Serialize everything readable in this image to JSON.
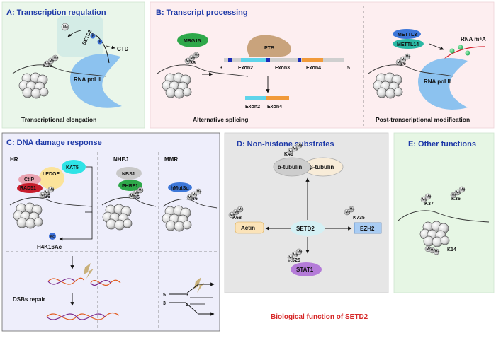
{
  "panels": {
    "a": {
      "title": "A: Transcription regulation",
      "caption": "Transcriptional elongation",
      "setd2": "SETD2",
      "ctd": "CTD",
      "pol": "RNA pol II",
      "k36": "K36",
      "me": "Me",
      "p": "P"
    },
    "b": {
      "title": "B: Transcript processing",
      "caption": "Alternative splicing",
      "mrg15": "MRG15",
      "ptb": "PTB",
      "exon2": "Exon2",
      "exon3": "Exon3",
      "exon4": "Exon4",
      "three": "3",
      "five": "5",
      "k36": "K36"
    },
    "b2": {
      "caption": "Post-transcriptional modification",
      "mettl3": "METTL3",
      "mettl14": "METTL14",
      "rna_label": "RNA m⁶A",
      "pol": "RNA pol II",
      "k36": "K36"
    },
    "c": {
      "title": "C: DNA damage response",
      "hr": "HR",
      "nhej": "NHEJ",
      "mmr": "MMR",
      "kat5": "KAT5",
      "ledgf": "LEDGF",
      "ctip": "CtIP",
      "rad51": "RAD51",
      "ac": "Ac",
      "h4": "H4K16Ac",
      "nbs1": "NBS1",
      "phrf1": "PHRF1",
      "hmutsa": "hMutSα",
      "dsb": "DSBs repair",
      "k36": "K36",
      "three": "3",
      "five": "5"
    },
    "d": {
      "title": "D: Non-histone substrates",
      "setd2": "SETD2",
      "atub": "α-tubulin",
      "btub": "β-tubulin",
      "actin": "Actin",
      "ezh2": "EZH2",
      "stat1": "STAT1",
      "k40": "K40",
      "k68": "K68",
      "k735": "K735",
      "k525": "K525"
    },
    "e": {
      "title": "E: Other functions",
      "k37": "K37",
      "k36": "K36",
      "k14": "K14"
    }
  },
  "footer": "Biological function of SETD2"
}
